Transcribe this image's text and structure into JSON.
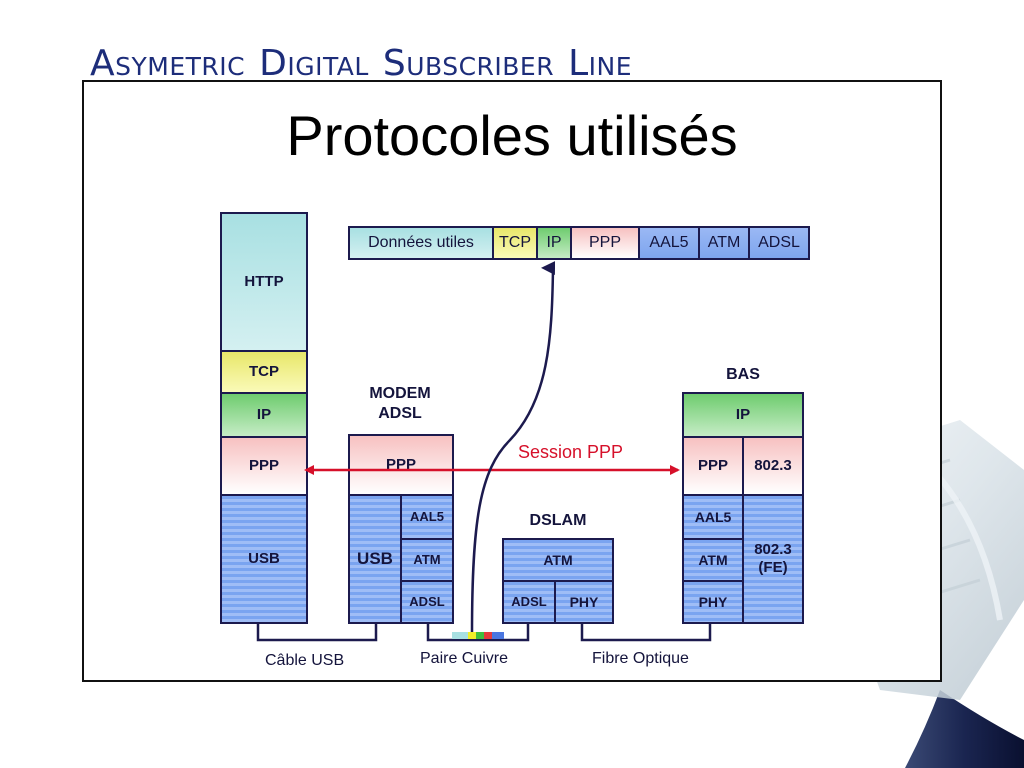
{
  "header": {
    "words": [
      {
        "cap": "A",
        "rest": "symetric"
      },
      {
        "cap": "D",
        "rest": "igital"
      },
      {
        "cap": "S",
        "rest": "ubscriber"
      },
      {
        "cap": "L",
        "rest": "ine"
      }
    ]
  },
  "title": "Protocoles utilisés",
  "frame_stack": [
    "Données utiles",
    "TCP",
    "IP",
    "PPP",
    "AAL5",
    "ATM",
    "ADSL"
  ],
  "pc_stack": [
    "HTTP",
    "TCP",
    "IP",
    "PPP",
    "USB"
  ],
  "modem": {
    "label": "MODEM\nADSL",
    "ppp": "PPP",
    "usb": "USB",
    "aal5": "AAL5",
    "atm": "ATM",
    "adsl": "ADSL"
  },
  "dslam": {
    "label": "DSLAM",
    "atm": "ATM",
    "adsl": "ADSL",
    "phy": "PHY"
  },
  "bas": {
    "label": "BAS",
    "ip": "IP",
    "ppp": "PPP",
    "ieee": "802.3",
    "aal5": "AAL5",
    "atm": "ATM",
    "phy": "PHY",
    "fe": "802.3\n(FE)"
  },
  "session_label": "Session PPP",
  "links": {
    "usb": "Câble USB",
    "copper": "Paire Cuivre",
    "fiber": "Fibre Optique"
  },
  "colors": {
    "header": "#1d2d7a",
    "session": "#d6102a",
    "border": "#1c1a4e",
    "http": "#b9e6e8",
    "tcp": "#f0ef8a",
    "ip": "#8fd68f",
    "ppp": "#f7c1c1",
    "lower": "#8aaef2"
  }
}
